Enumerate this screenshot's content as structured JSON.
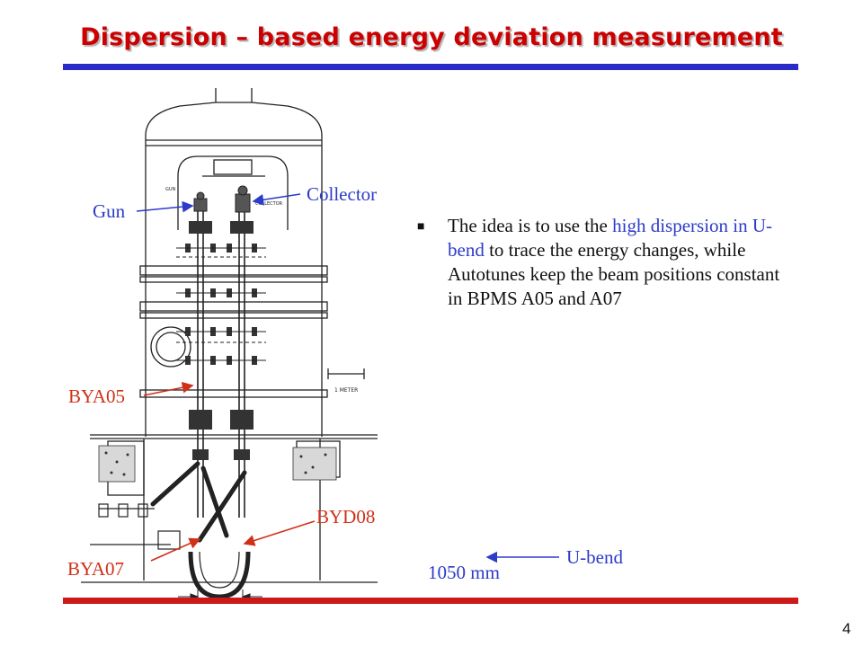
{
  "slide": {
    "title": "Dispersion – based energy deviation measurement",
    "page_number": "4",
    "colors": {
      "title": "#cc0000",
      "top_rule": "#2a2ac8",
      "bottom_rule": "#cc1a1a",
      "blue_label": "#2c3bc9",
      "red_label": "#d03018"
    }
  },
  "bullet": {
    "prefix": "The idea is to use the ",
    "highlight1": "high dispersion in U-bend",
    "middle": " to trace the energy changes, while Autotunes keep the beam positions constant in BPMS A05 and A07"
  },
  "drawing": {
    "scale_label": "1 METER",
    "tiny_gun": "GUN",
    "tiny_collector": "COLLECTOR"
  },
  "labels": {
    "gun": "Gun",
    "collector": "Collector",
    "bya05": "BYA05",
    "byd08": "BYD08",
    "bya07": "BYA07",
    "ubend": "U-bend",
    "dimension": "1050 mm"
  }
}
